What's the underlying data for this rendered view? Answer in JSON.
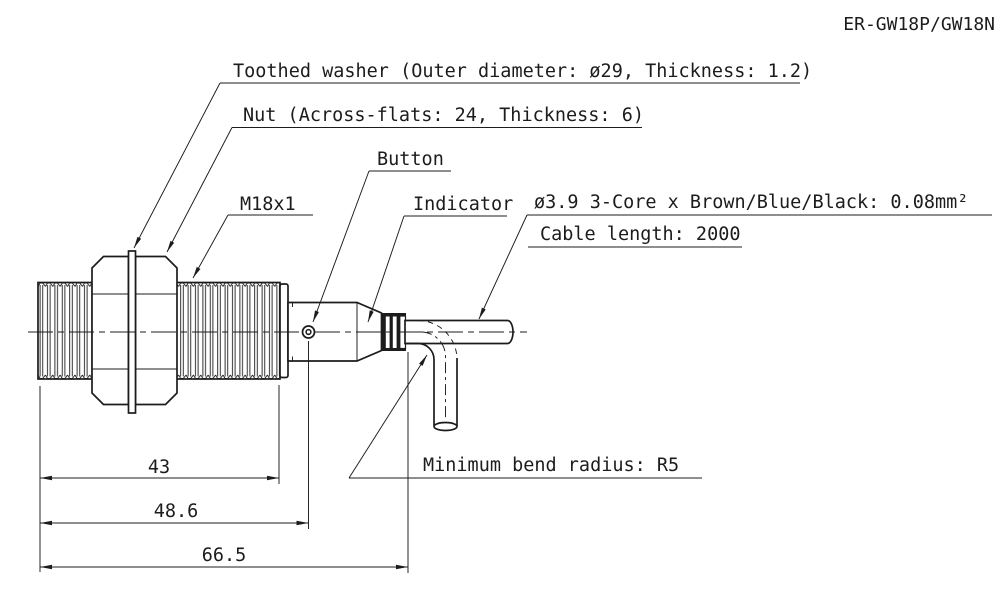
{
  "drawing": {
    "model": "ER-GW18P/GW18N",
    "callouts": {
      "toothed_washer": "Toothed washer (Outer diameter: ø29, Thickness: 1.2)",
      "nut": "Nut (Across-flats: 24, Thickness: 6)",
      "button": "Button",
      "thread_spec": "M18x1",
      "indicator": "Indicator",
      "cable_spec": "ø3.9 3-Core x Brown/Blue/Black: 0.08mm²",
      "cable_length": "Cable length: 2000",
      "min_bend_radius": "Minimum bend radius: R5"
    },
    "dimensions": {
      "thread_length_mm": "43",
      "front_to_button_mm": "48.6",
      "overall_length_mm": "66.5"
    },
    "colors": {
      "line": "#1c1c1c",
      "background": "#ffffff"
    }
  }
}
